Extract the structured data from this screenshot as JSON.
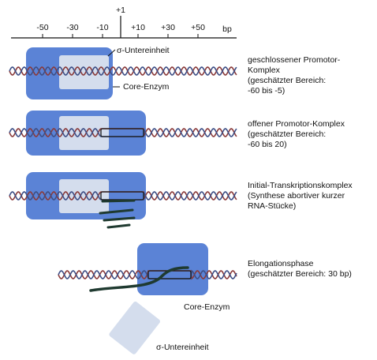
{
  "axis": {
    "top_label": "+1",
    "ticks": [
      "-50",
      "-30",
      "-10",
      "+10",
      "+30",
      "+50"
    ],
    "unit": "bp"
  },
  "labels": {
    "sigma_top": "σ-Untereinheit",
    "core_top": "Core-Enzym",
    "core_bottom": "Core-Enzym",
    "sigma_bottom": "σ-Untereinheit"
  },
  "captions": [
    {
      "lines": [
        "geschlossener Promotor-",
        "Komplex",
        "(geschätzter Bereich:",
        "-60 bis -5)"
      ]
    },
    {
      "lines": [
        "offener Promotor-Komplex",
        "(geschätzter Bereich:",
        "-60 bis 20)"
      ]
    },
    {
      "lines": [
        "Initial-Transkriptionskomplex",
        "(Synthese abortiver kurzer",
        "RNA-Stücke)"
      ]
    },
    {
      "lines": [
        "Elongationsphase",
        "(geschätzter Bereich: 30 bp)"
      ]
    }
  ],
  "colors": {
    "core_enzyme": "#5b83d6",
    "sigma_subunit": "#d4dded",
    "dna_strand_a": "#8a3a3a",
    "dna_strand_b": "#3e4f86",
    "rna": "#1f3a30",
    "text": "#111111"
  }
}
